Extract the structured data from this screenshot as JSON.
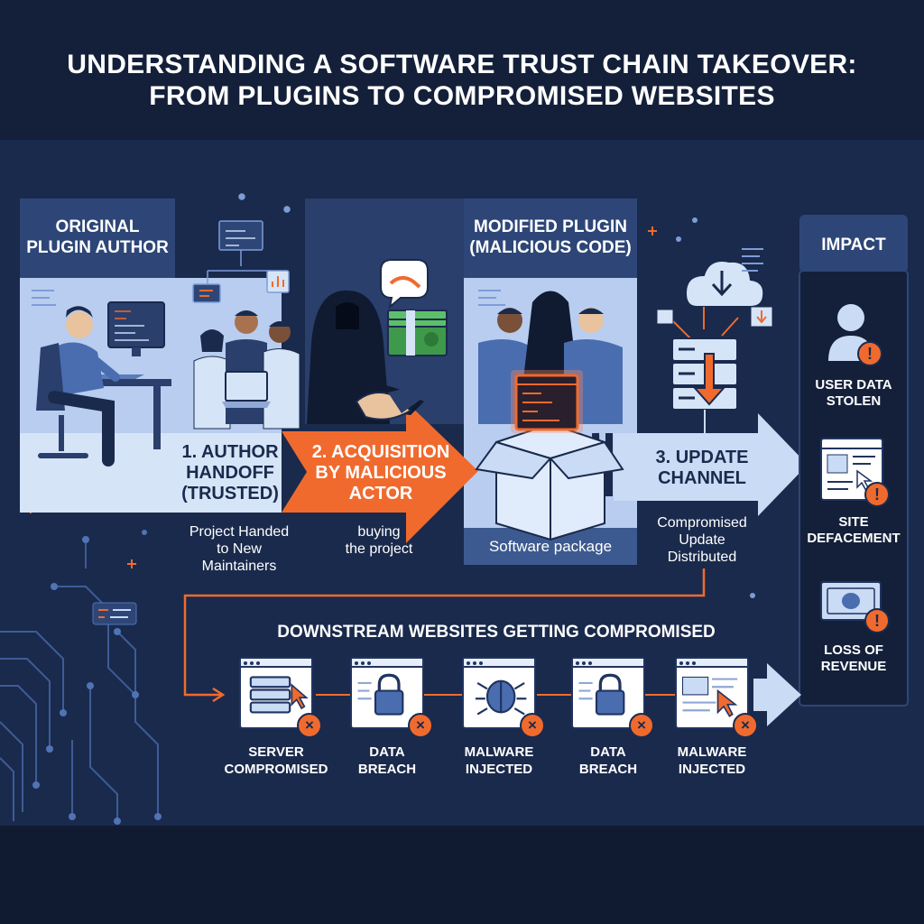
{
  "title": {
    "line1": "UNDERSTANDING A SOFTWARE TRUST CHAIN TAKEOVER:",
    "line2": "FROM PLUGINS TO COMPROMISED WEBSITES"
  },
  "panels": {
    "original_author": {
      "line1": "ORIGINAL",
      "line2": "PLUGIN AUTHOR"
    },
    "modified_plugin": {
      "line1": "MODIFIED PLUGIN",
      "line2": "(MALICIOUS CODE)"
    },
    "impact": {
      "title": "IMPACT"
    }
  },
  "stages": [
    {
      "label_lines": [
        "1. AUTHOR",
        "HANDOFF",
        "(TRUSTED)"
      ],
      "caption_lines": [
        "Project Handed",
        "to New",
        "Maintainers"
      ]
    },
    {
      "label_lines": [
        "2. ACQUISITION",
        "BY MALICIOUS",
        "ACTOR"
      ],
      "caption_lines": [
        "buying",
        "the project"
      ]
    },
    {
      "label_lines": [
        "3. UPDATE",
        "CHANNEL"
      ],
      "caption_lines": [
        "Compromised",
        "Update",
        "Distributed"
      ]
    }
  ],
  "software_package": {
    "label": "Software package"
  },
  "impact_items": [
    {
      "lines": [
        "USER DATA",
        "STOLEN"
      ],
      "icon": "user-alert-icon"
    },
    {
      "lines": [
        "SITE",
        "DEFACEMENT"
      ],
      "icon": "browser-alert-icon"
    },
    {
      "lines": [
        "LOSS OF",
        "REVENUE"
      ],
      "icon": "money-alert-icon"
    }
  ],
  "downstream": {
    "title": "DOWNSTREAM WEBSITES GETTING COMPROMISED",
    "items": [
      {
        "lines": [
          "SERVER",
          "COMPROMISED"
        ],
        "icon": "server-cursor-icon"
      },
      {
        "lines": [
          "DATA",
          "BREACH"
        ],
        "icon": "padlock-icon"
      },
      {
        "lines": [
          "MALWARE",
          "INJECTED"
        ],
        "icon": "bug-icon"
      },
      {
        "lines": [
          "DATA",
          "BREACH"
        ],
        "icon": "padlock-icon"
      },
      {
        "lines": [
          "MALWARE",
          "INJECTED"
        ],
        "icon": "cursor-page-icon"
      }
    ]
  },
  "colors": {
    "background": "#1a2a4c",
    "panel_light": "#b8cdef",
    "panel_mid": "#2d4677",
    "accent_orange": "#f06a2e",
    "arrow_light": "#c9dbf5"
  }
}
